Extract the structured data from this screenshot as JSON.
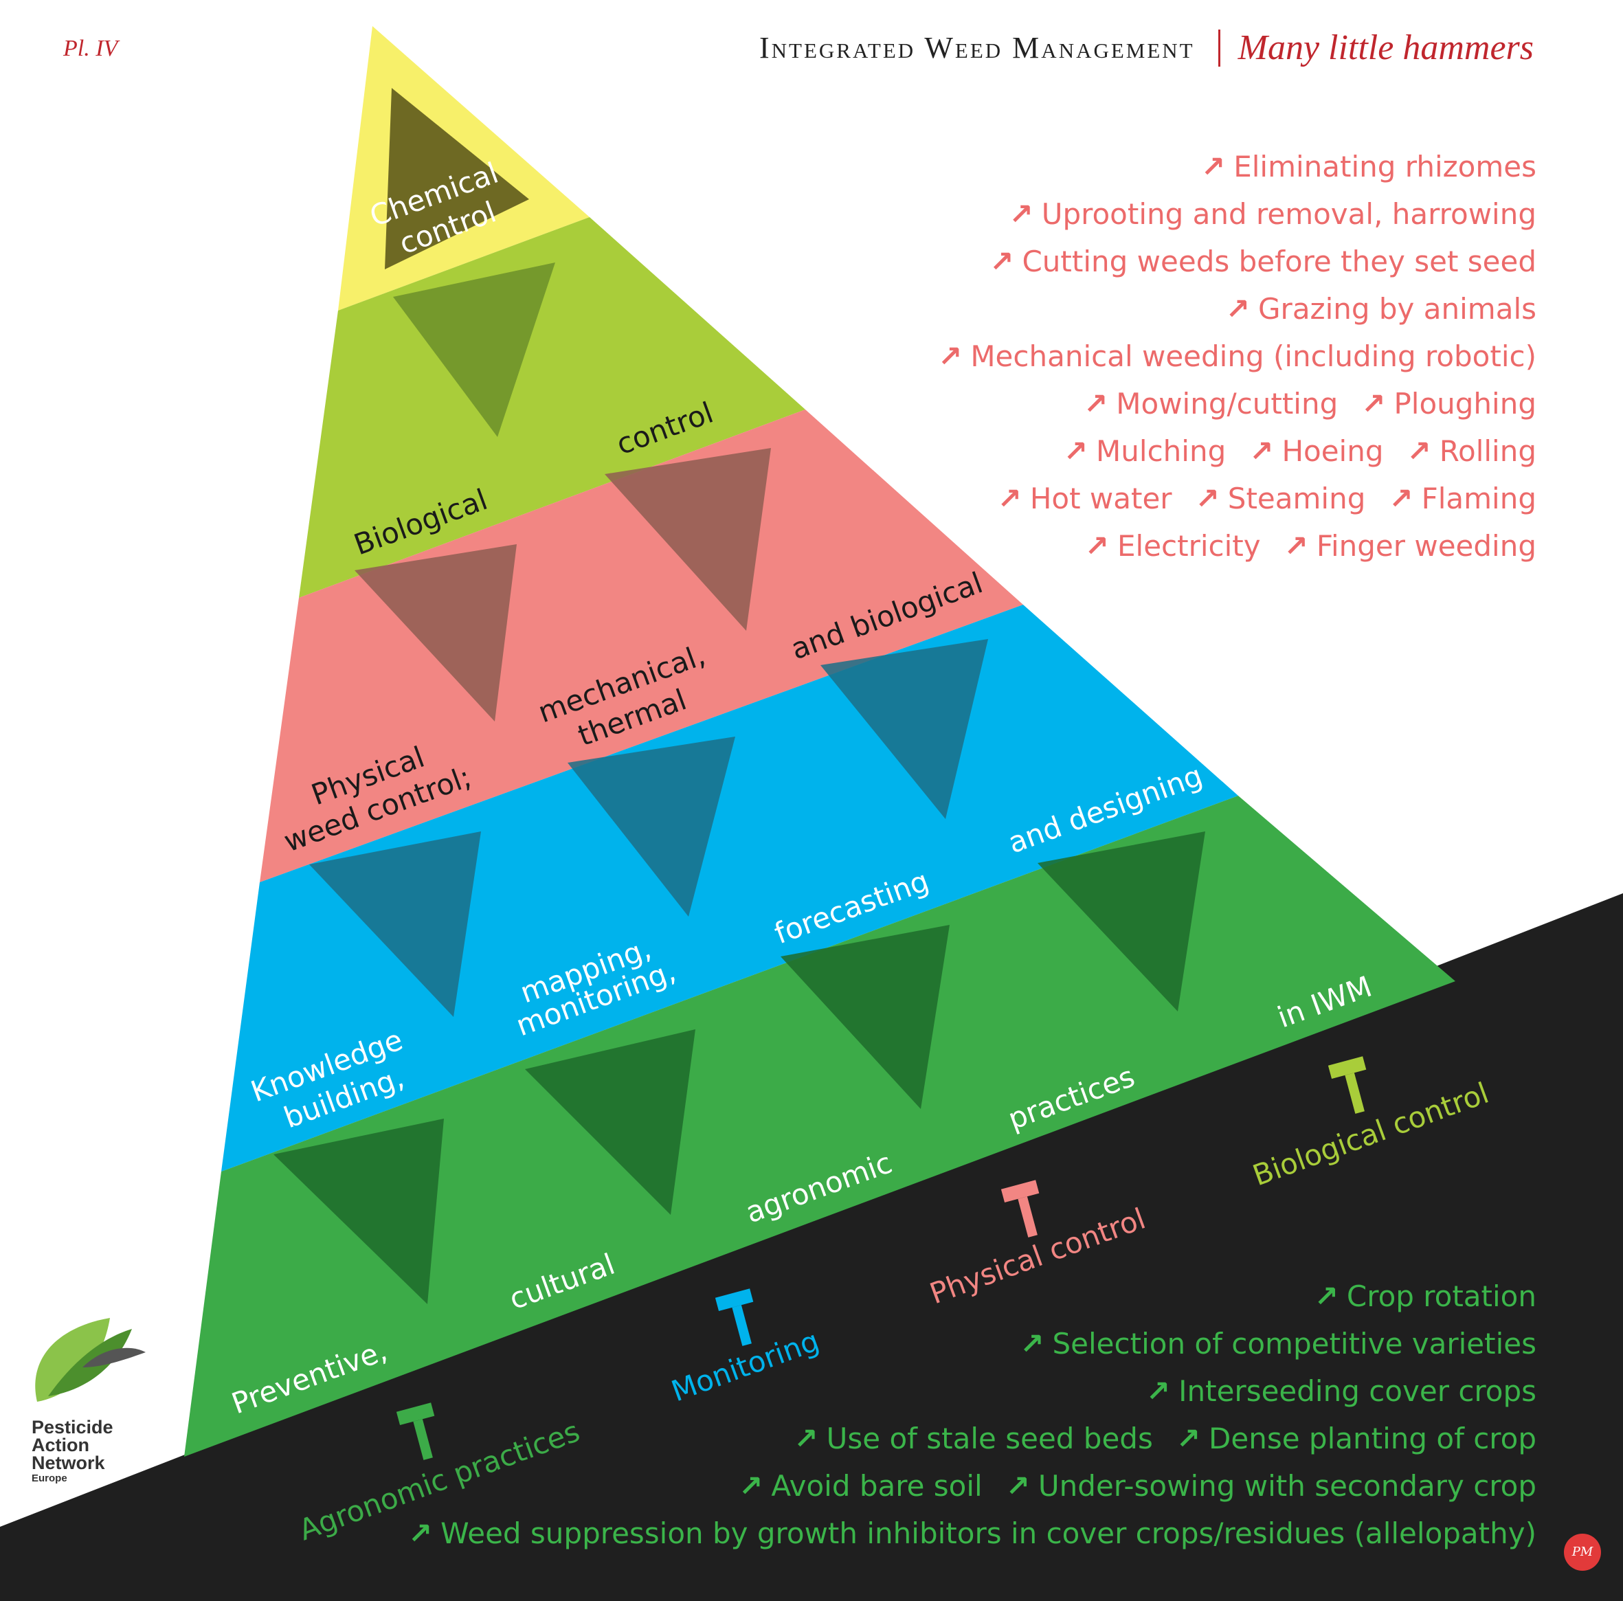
{
  "plate": "Pl. IV",
  "header": {
    "title": "Integrated Weed Management",
    "subtitle": "Many little hammers"
  },
  "colors": {
    "yellow": "#f7f06a",
    "lime": "#a9cd3a",
    "salmon": "#f28683",
    "blue": "#00b3ec",
    "green": "#3cab48",
    "dark": "#1f1f1f",
    "red": "#c0262d"
  },
  "pyramid_labels": {
    "chemical": [
      "Chemical",
      "control"
    ],
    "biological_1": "Biological",
    "biological_2": "control",
    "physical_1": [
      "Physical",
      "weed control;"
    ],
    "physical_2": [
      "mechanical,",
      "thermal"
    ],
    "physical_3": "and biological",
    "knowledge_1": [
      "Knowledge",
      "building,"
    ],
    "knowledge_2": [
      "mapping,",
      "monitoring,"
    ],
    "knowledge_3": "forecasting",
    "knowledge_4": "and designing",
    "preventive_1": "Preventive,",
    "preventive_2": "cultural",
    "preventive_3": "agronomic",
    "preventive_4": "practices",
    "preventive_5": "in IWM"
  },
  "hammers": [
    {
      "label": "Agronomic practices",
      "color": "#3cab48"
    },
    {
      "label": "Monitoring",
      "color": "#00b3ec"
    },
    {
      "label": "Physical control",
      "color": "#f28683"
    },
    {
      "label": "Biological control",
      "color": "#a9cd3a"
    }
  ],
  "physical_list": [
    [
      "Eliminating rhizomes"
    ],
    [
      "Uprooting and removal, harrowing"
    ],
    [
      "Cutting weeds before they set seed"
    ],
    [
      "Grazing by animals"
    ],
    [
      "Mechanical weeding (including robotic)"
    ],
    [
      "Mowing/cutting",
      "Ploughing"
    ],
    [
      "Mulching",
      "Hoeing",
      "Rolling"
    ],
    [
      "Hot water",
      "Steaming",
      "Flaming"
    ],
    [
      "Electricity",
      "Finger weeding"
    ]
  ],
  "agronomic_list": [
    [
      "Crop rotation"
    ],
    [
      "Selection of competitive varieties"
    ],
    [
      "Interseeding cover crops"
    ],
    [
      "Use of stale seed beds",
      "Dense planting of crop"
    ],
    [
      "Avoid bare soil",
      "Under-sowing with secondary crop"
    ],
    [
      "Weed suppression by growth inhibitors in cover crops/residues (allelopathy)"
    ]
  ],
  "logo": {
    "line1": "Pesticide",
    "line2": "Action",
    "line3": "Network",
    "line4": "Europe"
  },
  "signature": "PM"
}
